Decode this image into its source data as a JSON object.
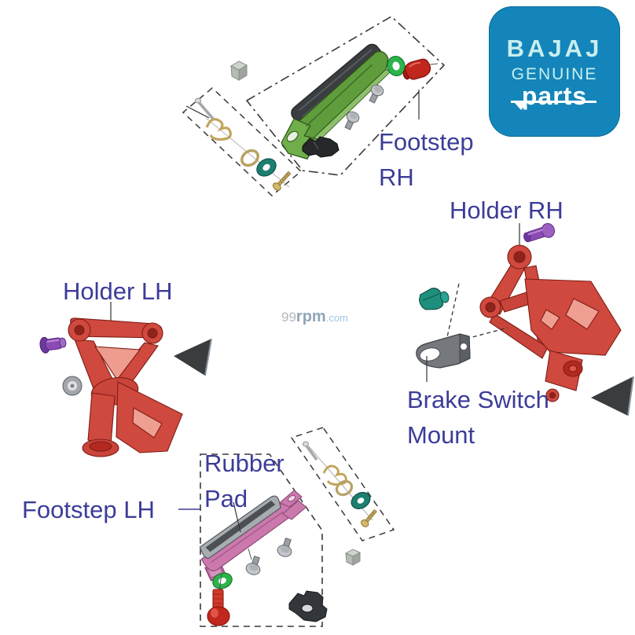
{
  "logo": {
    "brand": "BAJAJ",
    "genuine": "GENUINE",
    "parts": "parts",
    "bg_color": "#1385ba",
    "light_text_color": "#c9eef0",
    "white": "#ffffff"
  },
  "watermark": {
    "num": "99",
    "rpm": "rpm",
    "dotcom": ".com"
  },
  "labels": {
    "color": "#3c3c99",
    "footstep_rh": {
      "line1": "Footstep",
      "line2": "RH"
    },
    "holder_rh": "Holder RH",
    "holder_lh": "Holder LH",
    "brake_switch_mount": {
      "line1": "Brake Switch",
      "line2": "Mount"
    },
    "rubber_pad": {
      "line1": "Rubber",
      "line2": "Pad"
    },
    "footstep_lh": "Footstep LH"
  },
  "colors": {
    "holder_red": "#d0493e",
    "holder_red_dark": "#7e1d16",
    "footstep_green": "#5f9c3c",
    "footstep_pink": "#cb79ad",
    "pad_dark": "#3b3e41",
    "oring_green": "#2db34a",
    "grommet_teal": "#1d7f70",
    "teal_bolt": "#1f8f7d",
    "bolt_purple": "#8a4bb5",
    "gold": "#c2a55c",
    "red_cap": "#c1271d",
    "arrow_dark": "#3a3c3e",
    "dash_line": "#3a3a3a"
  }
}
